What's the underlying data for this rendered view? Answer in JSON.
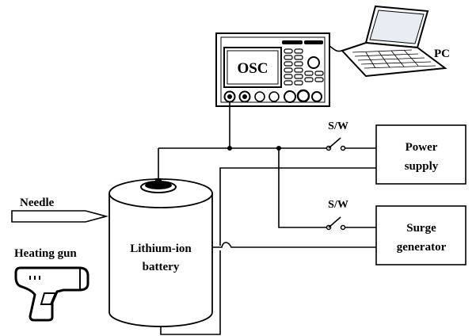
{
  "labels": {
    "osc": "OSC",
    "pc": "PC",
    "sw_top": "S/W",
    "sw_bottom": "S/W",
    "power_supply_line1": "Power",
    "power_supply_line2": "supply",
    "surge_line1": "Surge",
    "surge_line2": "generator",
    "needle": "Needle",
    "heating_gun": "Heating gun",
    "battery_line1": "Lithium-ion",
    "battery_line2": "battery"
  },
  "icons": {
    "laptop": "laptop-icon",
    "oscilloscope": "oscilloscope-icon",
    "needle": "needle-icon",
    "heating_gun": "heat-gun-icon",
    "battery": "battery-cell-icon",
    "switch": "switch-icon"
  }
}
